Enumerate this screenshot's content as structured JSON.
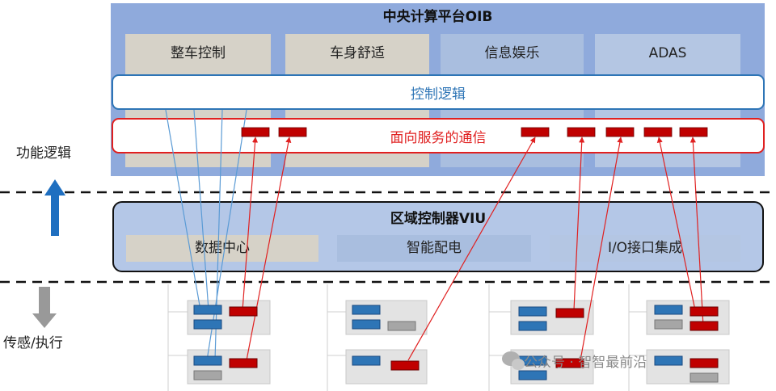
{
  "central_platform": {
    "title": "中央计算平台OIB",
    "domains": [
      "整车控制",
      "车身舒适",
      "信息娱乐",
      "ADAS"
    ]
  },
  "control_logic_label": "控制逻辑",
  "soa_label": "面向服务的通信",
  "zone_controller": {
    "title": "区域控制器VIU",
    "functions": [
      "数据中心",
      "智能配电",
      "I/O接口集成"
    ]
  },
  "side_labels": {
    "function_logic": "功能逻辑",
    "sensing_actuation": "传感/执行"
  },
  "watermark": "公众号 · 智智最前沿",
  "colors": {
    "platform": "#8faadc",
    "control_logic": "#2e75b6",
    "soa": "#e02020",
    "zone_controller": "#b4c7e7",
    "upward_arrow": "#1f6fc0",
    "downward_arrow": "#999999"
  }
}
